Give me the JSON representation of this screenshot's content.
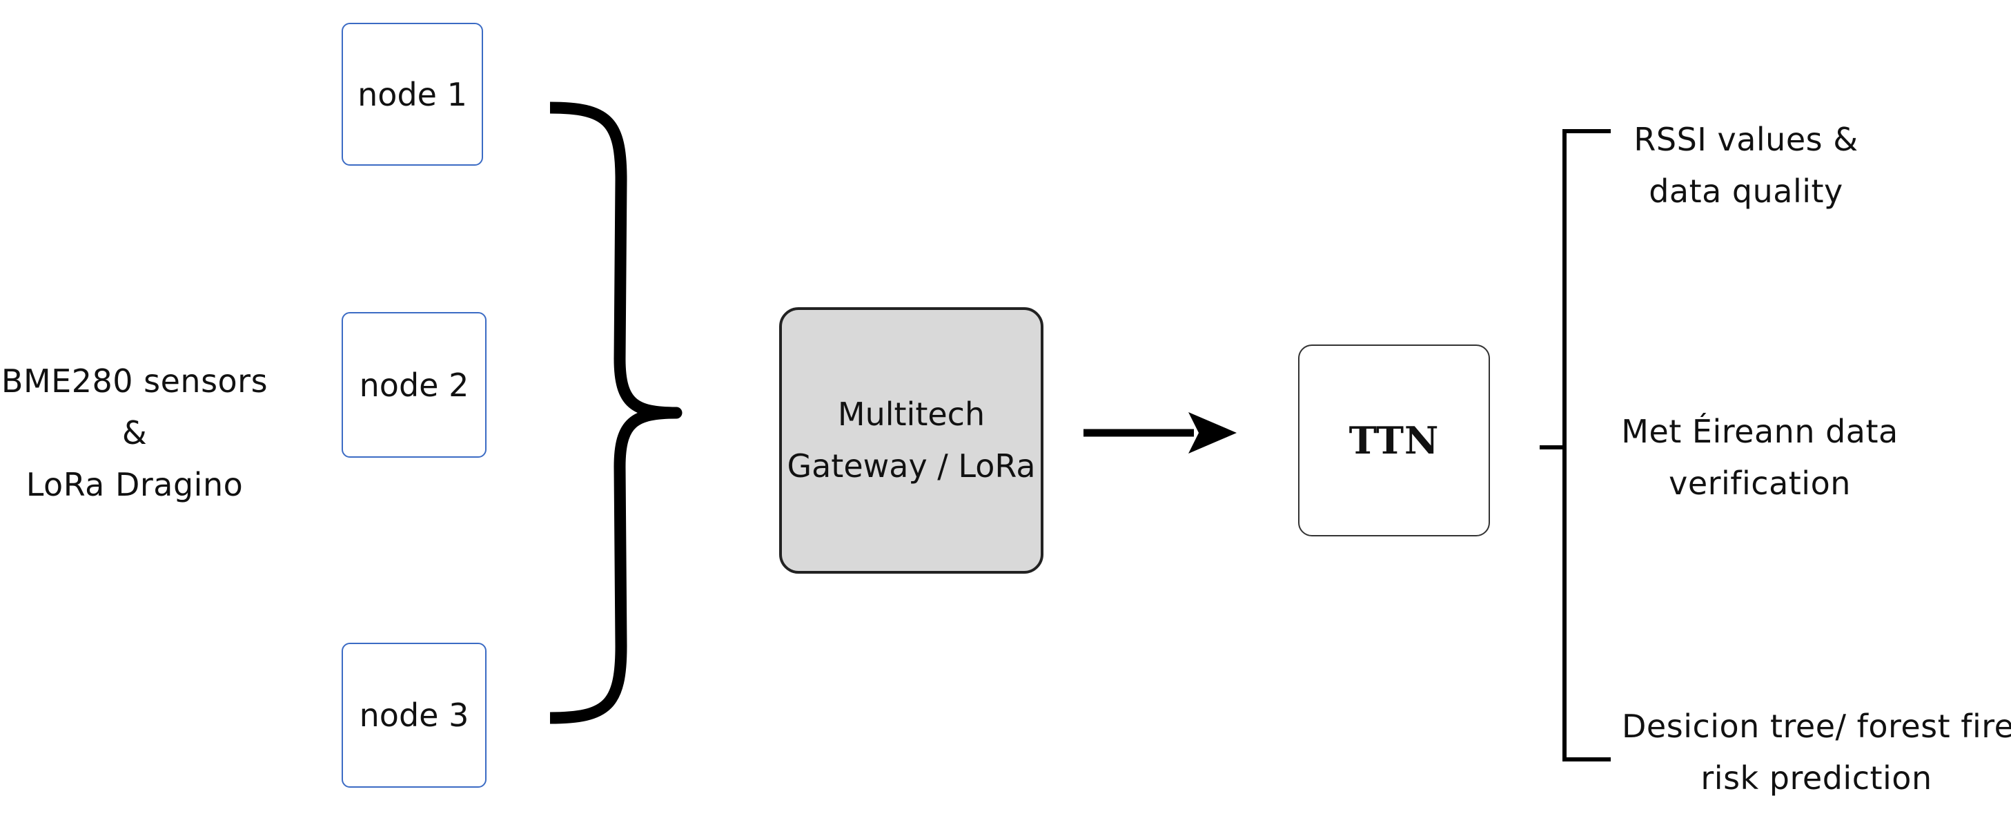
{
  "sensors": {
    "line1": "BME280 sensors",
    "line2": "&",
    "line3": "LoRa Dragino"
  },
  "nodes": [
    {
      "label": "node 1"
    },
    {
      "label": "node 2"
    },
    {
      "label": "node 3"
    }
  ],
  "gateway": {
    "line1": "Multitech",
    "line2": "Gateway / LoRa"
  },
  "ttn": {
    "label": "TTN"
  },
  "outputs": [
    {
      "line1": "RSSI values &",
      "line2": "data quality"
    },
    {
      "line1": "Met Éireann data",
      "line2": "verification"
    },
    {
      "line1": "Desicion tree/ forest fire",
      "line2": "risk prediction"
    }
  ],
  "colors": {
    "node_border": "#3b6bc4",
    "gateway_fill": "#d9d9d9",
    "stroke": "#000000"
  }
}
